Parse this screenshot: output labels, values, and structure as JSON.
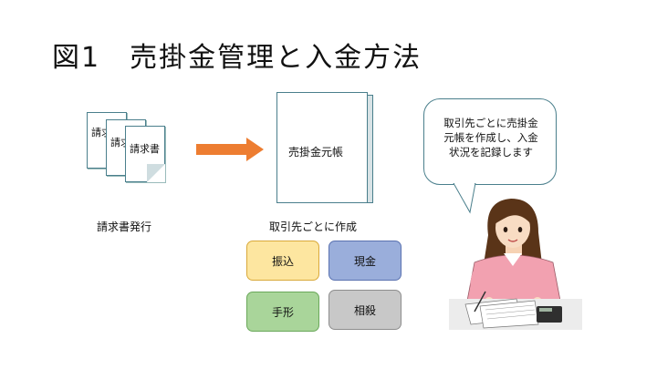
{
  "title": "図1　売掛金管理と入金方法",
  "invoice": {
    "doc_label": "請求書",
    "doc_label_partial": "請求",
    "caption": "請求書発行"
  },
  "ledger": {
    "label": "売掛金元帳",
    "caption": "取引先ごとに作成"
  },
  "methods": [
    {
      "label": "振込",
      "fill": "#fde6a0",
      "border": "#d9a93a"
    },
    {
      "label": "現金",
      "fill": "#9aaedb",
      "border": "#5a72b0"
    },
    {
      "label": "手形",
      "fill": "#a9d59a",
      "border": "#6aa85a"
    },
    {
      "label": "相殺",
      "fill": "#c8c8c8",
      "border": "#8d8d8d"
    }
  ],
  "bubble": {
    "line1": "取引先ごとに売掛金",
    "line2": "元帳を作成し、入金",
    "line3": "状況を記録します"
  },
  "colors": {
    "arrow": "#ed7d31",
    "doc_border": "#4a7f8c"
  }
}
